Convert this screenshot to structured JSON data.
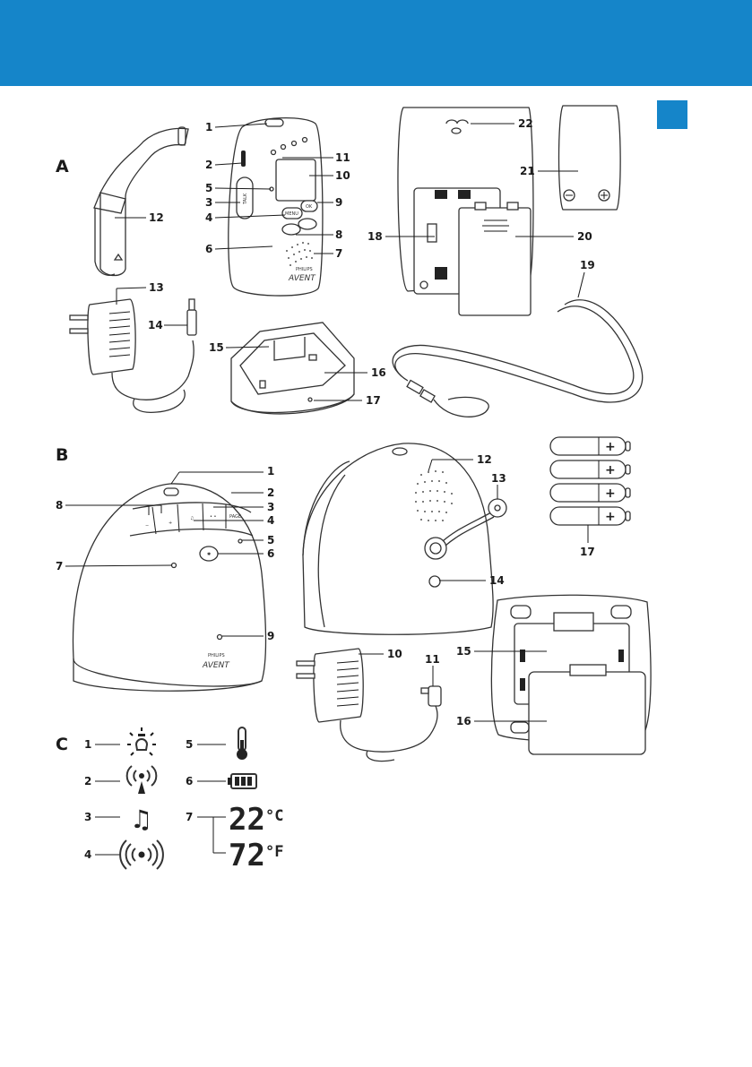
{
  "sections": {
    "a": "A",
    "b": "B",
    "c": "C"
  },
  "device_texts": {
    "talk": "TALK",
    "menu": "MENU",
    "ok": "OK",
    "brand": "PHILIPS",
    "logo": "AVENT",
    "page": "PAGE"
  },
  "temperature": {
    "celsius_value": "22",
    "celsius_unit": "°C",
    "fahrenheit_value": "72",
    "fahrenheit_unit": "°F"
  },
  "labels_a": {
    "l1": "1",
    "l2": "2",
    "l3": "3",
    "l4": "4",
    "l5": "5",
    "l6": "6",
    "l7": "7",
    "l8": "8",
    "l9": "9",
    "l10": "10",
    "l11": "11",
    "l12": "12",
    "l13": "13",
    "l14": "14",
    "l15": "15",
    "l16": "16",
    "l17": "17",
    "l18": "18",
    "l19": "19",
    "l20": "20",
    "l21": "21",
    "l22": "22"
  },
  "labels_b": {
    "l1": "1",
    "l2": "2",
    "l3": "3",
    "l4": "4",
    "l5": "5",
    "l6": "6",
    "l7": "7",
    "l8": "8",
    "l9": "9",
    "l10": "10",
    "l11": "11",
    "l12": "12",
    "l13": "13",
    "l14": "14",
    "l15": "15",
    "l16": "16",
    "l17": "17"
  },
  "labels_c": {
    "l1": "1",
    "l2": "2",
    "l3": "3",
    "l4": "4",
    "l5": "5",
    "l6": "6",
    "l7": "7"
  },
  "icons_c": [
    "night-light-icon",
    "parent-unit-icon",
    "lullaby-icon",
    "baby-unit-icon",
    "thermometer-icon",
    "battery-icon",
    "temperature-display-icon"
  ],
  "colors": {
    "header": "#1585c9",
    "tab": "#1585c9",
    "line": "#1a1a1a"
  }
}
